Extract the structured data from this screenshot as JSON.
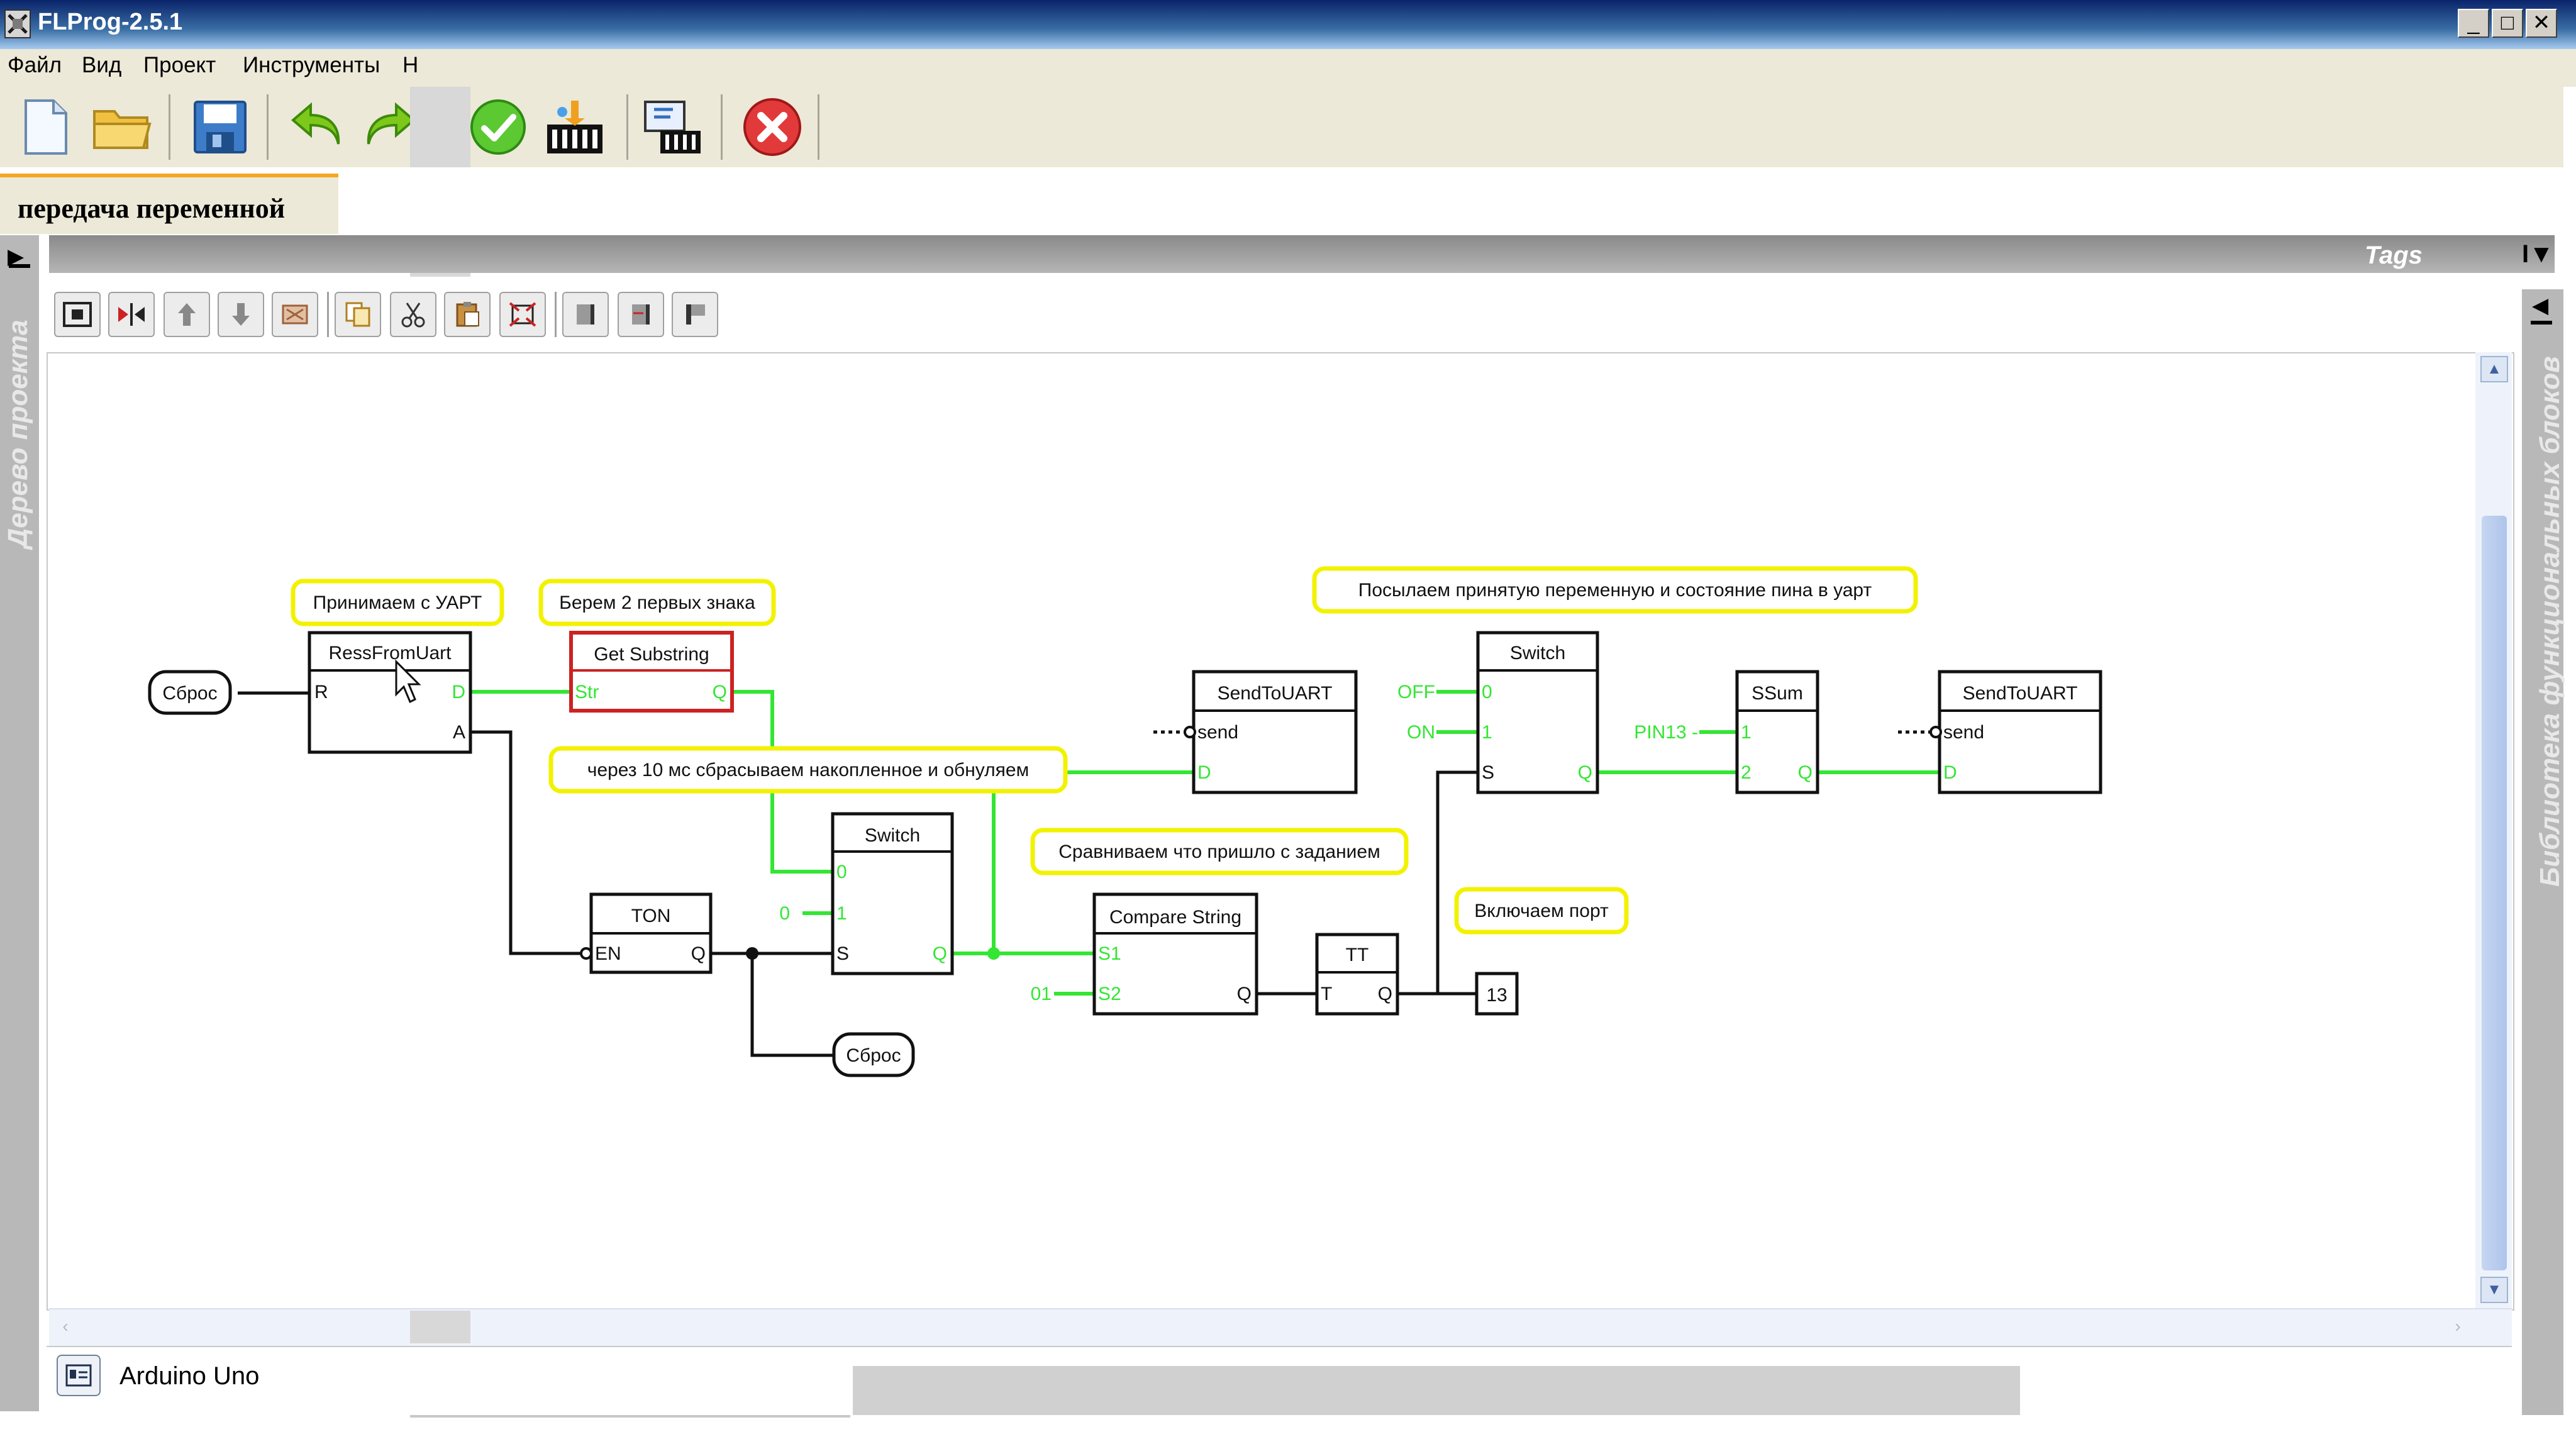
{
  "window": {
    "title": "FLProg-2.5.1",
    "controls": {
      "minimize": "_",
      "maximize": "□",
      "close": "✕"
    }
  },
  "menu": {
    "items": [
      "Файл",
      "Вид",
      "Проект",
      "Инструменты",
      "Н"
    ]
  },
  "toolbar": {
    "icons": [
      "new-file-icon",
      "open-folder-icon",
      "save-icon",
      "undo-icon",
      "redo-icon",
      "check-icon",
      "compile-icon",
      "upload-icon",
      "close-project-icon"
    ]
  },
  "tab": {
    "label": "передача переменной"
  },
  "left_panel": {
    "label": "Дерево проекта"
  },
  "right_panel": {
    "label": "Библиотека функциональных блоков"
  },
  "tags_bar": {
    "label": "Tags"
  },
  "editor_toolbar": {
    "icons": [
      "add-block-icon",
      "mirror-icon",
      "arrow-up-icon",
      "arrow-down-icon",
      "delete-block-icon",
      "copy-icon",
      "cut-icon",
      "paste-icon",
      "fit-icon",
      "align-left-icon",
      "align-right-icon",
      "align-top-icon"
    ]
  },
  "diagram": {
    "comments": {
      "c1": "Принимаем с УАРТ",
      "c2": "Берем 2 первых знака",
      "c3": "через 10 мс сбрасываем накопленное и обнуляем",
      "c4": "Сравниваем что пришло с заданием",
      "c5": "Включаем порт",
      "c6": "Посылаем принятую переменную и состояние пина в уарт"
    },
    "blocks": {
      "ressfromuart": {
        "title": "RessFromUart",
        "in_r": "R",
        "out_d": "D",
        "out_a": "A"
      },
      "getsubstring": {
        "title": "Get Substring",
        "in_str": "Str",
        "out_q": "Q"
      },
      "switch1": {
        "title": "Switch",
        "in_0": "0",
        "in_1": "1",
        "in_s": "S",
        "out_q": "Q"
      },
      "ton": {
        "title": "TON",
        "in_en": "EN",
        "out_q": "Q"
      },
      "comparestring": {
        "title": "Compare String",
        "in_s1": "S1",
        "in_s2": "S2",
        "out_q": "Q"
      },
      "tt": {
        "title": "TT",
        "in_t": "T",
        "out_q": "Q"
      },
      "sendtouart1": {
        "title": "SendToUART",
        "in_send": "send",
        "in_d": "D"
      },
      "switch2": {
        "title": "Switch",
        "in_0": "0",
        "in_1": "1",
        "in_s": "S",
        "out_q": "Q"
      },
      "ssum": {
        "title": "SSum",
        "in_1": "1",
        "in_2": "2",
        "out_q": "Q"
      },
      "sendtouart2": {
        "title": "SendToUART",
        "in_send": "send",
        "in_d": "D"
      }
    },
    "variables": {
      "reset1": "Сброс",
      "reset2": "Сброс"
    },
    "constants": {
      "zero": "0",
      "s2_value": "01",
      "off": "OFF",
      "on": "ON",
      "pin13": "PIN13 -",
      "pin_out": "13"
    }
  },
  "status": {
    "board": "Arduino Uno"
  },
  "colors": {
    "wire_green": "#33e633",
    "comment_border": "#f2f200",
    "block_highlight": "#cc2222",
    "title_bar": "#0a246a"
  }
}
